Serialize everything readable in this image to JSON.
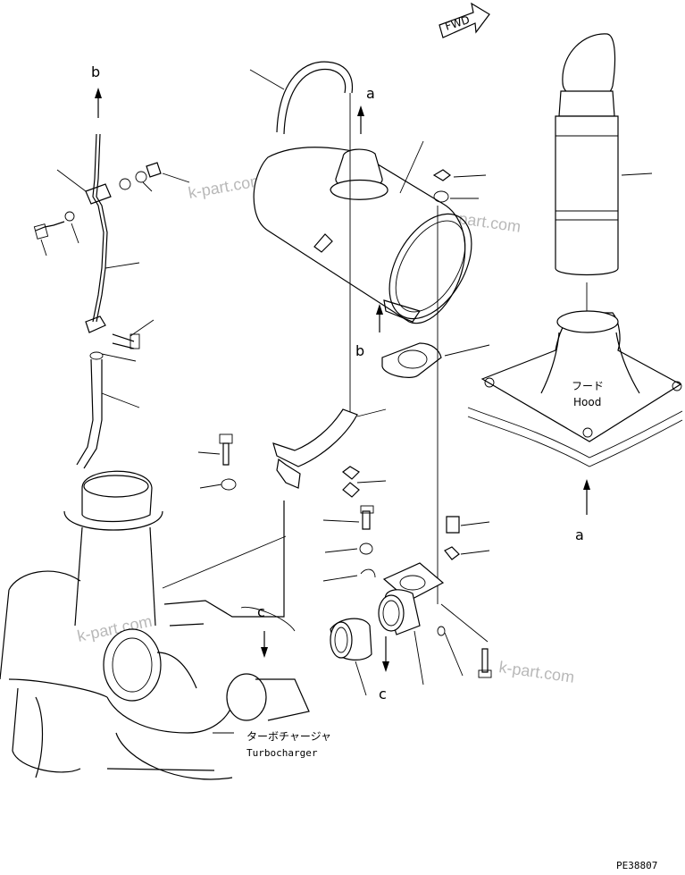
{
  "fwd_label": "FWD",
  "markers": {
    "a_top": "a",
    "b_top": "b",
    "b_mid": "b",
    "a_right": "a",
    "c_upper": "c",
    "c_lower": "c"
  },
  "hood": {
    "jp": "フード",
    "en": "Hood"
  },
  "turbocharger": {
    "jp": "ターボチャージャ",
    "en": "Turbocharger"
  },
  "watermark": "k-part.com",
  "drawing_id": "PE38807"
}
